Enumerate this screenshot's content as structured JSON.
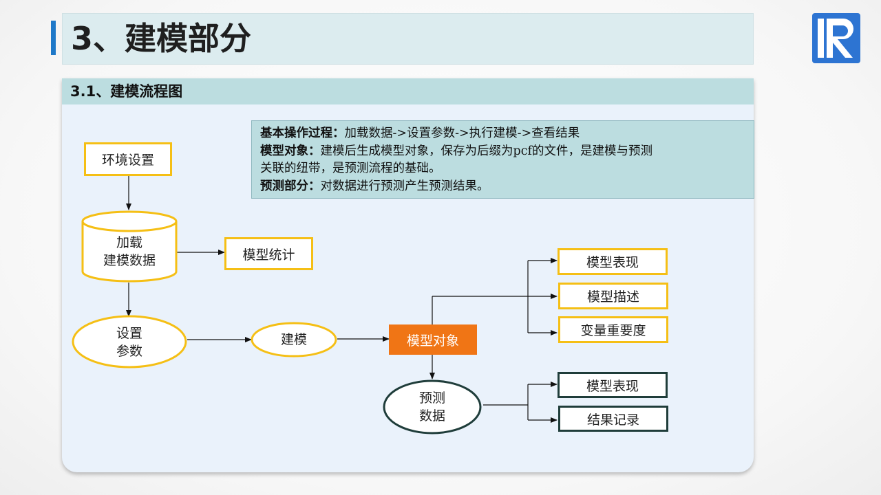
{
  "slide": {
    "title": "3、建模部分",
    "section_title": "3.1、建模流程图"
  },
  "note": {
    "line1_label": "基本操作过程：",
    "line1_text": "加载数据->设置参数->执行建模->查看结果",
    "line2_label": "模型对象：",
    "line2_text": "建模后生成模型对象，保存为后缀为pcf的文件，是建模与预测",
    "line3_text": "关联的纽带，是预测流程的基础。",
    "line4_label": "预测部分：",
    "line4_text": "对数据进行预测产生预测结果。"
  },
  "flow": {
    "env_setup": "环境设置",
    "load_line1": "加载",
    "load_line2": "建模数据",
    "model_stats": "模型统计",
    "params_line1": "设置",
    "params_line2": "参数",
    "build": "建模",
    "model_object": "模型对象",
    "predict_line1": "预测",
    "predict_line2": "数据",
    "perf_top": "模型表现",
    "describe": "模型描述",
    "importance": "变量重要度",
    "perf_bottom": "模型表现",
    "result_log": "结果记录"
  },
  "colors": {
    "accent": "#1e78c8",
    "yellow_border": "#f5bf15",
    "dark_border": "#1f3d3a",
    "model_object_fill": "#f07515",
    "section_fill": "#bcdde0"
  }
}
